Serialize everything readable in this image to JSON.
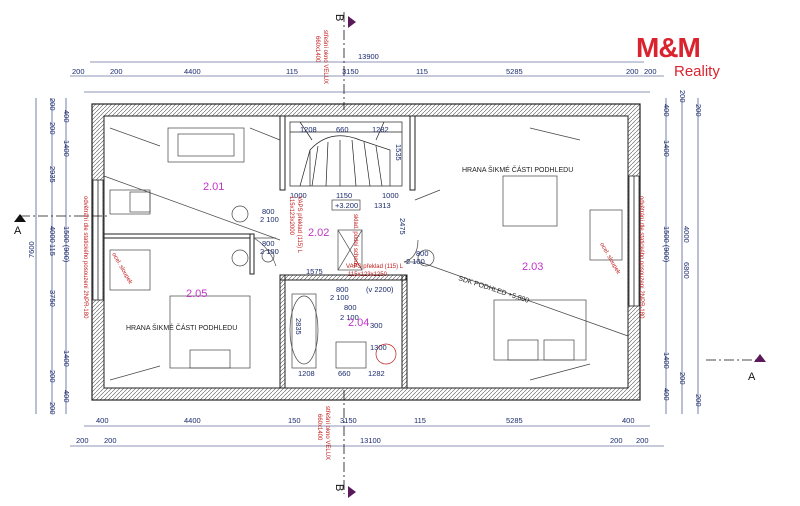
{
  "brand": {
    "logo_main": "M&M",
    "logo_sub": "Reality"
  },
  "sections": {
    "a_left": "A",
    "a_right": "A",
    "b_top": "B",
    "b_bottom": "B"
  },
  "dims": {
    "top_total": "13900",
    "top_row": [
      "200",
      "200",
      "4400",
      "115",
      "3150",
      "115",
      "5285",
      "200",
      "200"
    ],
    "bottom_total": "13100",
    "bottom_row": [
      "400",
      "4400",
      "150",
      "3150",
      "115",
      "5285",
      "400"
    ],
    "bottom_row2": [
      "200",
      "200",
      "200",
      "200"
    ],
    "left_total": "7600",
    "left_row": [
      "200",
      "400",
      "200",
      "1400",
      "2935",
      "115",
      "1500 (900)",
      "4000",
      "3750",
      "1400",
      "200",
      "400",
      "200"
    ],
    "right_total": "6800",
    "right_row": [
      "200",
      "200",
      "400",
      "1400",
      "1500 (900)",
      "4000",
      "1400",
      "400",
      "200",
      "200"
    ],
    "inner": {
      "stair_top_a": "1208",
      "stair_top_b": "660",
      "stair_top_c": "1282",
      "stair_v": "1535",
      "hall_1000a": "1000",
      "hall_1150": "1150",
      "hall_1000b": "1000",
      "hall_600": "600",
      "hall_1313": "1313",
      "hall_2475": "2475",
      "door_800a": "800",
      "door_2100a": "2 100",
      "door_800b": "800",
      "door_2100b": "2 100",
      "door_800c": "800",
      "door_2100c": "2 100",
      "door_800d": "800",
      "door_2100d": "2 100",
      "hall_1575": "1575",
      "bath_2835": "2835",
      "bath_800": "800",
      "bath_2100": "2 100",
      "bath_v2200": "(v 2200)",
      "bath_300": "300",
      "bath_1300": "1300",
      "bot_1208": "1208",
      "bot_660": "660",
      "bot_1282": "1282",
      "level_box": "+3.200"
    }
  },
  "rooms": {
    "r201": "2.01",
    "r202": "2.02",
    "r203": "2.03",
    "r204": "2.04",
    "r205": "2.05"
  },
  "notes": {
    "sloped_left": "HRANA ŠIKMÉ ČÁSTI PODHLEDU",
    "sloped_right": "HRANA ŠIKMÉ ČÁSTI PODHLEDU",
    "sdk": "SDK PODHLED +5,800",
    "window_top": "střešní okno VELUX",
    "window_top_size": "660x1400",
    "window_bot": "střešní okno VELUX",
    "window_bot_size": "660x1400",
    "vaps_left": "VAPS překlad (115) L",
    "vaps_left_size": "115x123x2000",
    "vaps_mid": "VAPS překlad (115) L",
    "vaps_mid_size": "115x123x1250",
    "attic_access": "sklad. půdní schody",
    "vent_left": "odvětrání dle statického posouzení 2NPR-180",
    "vent_right": "odvětrání dle statického posouzení 2NPR-180",
    "chimney_left": "ocel. sloupek",
    "chimney_right": "ocel. sloupek"
  }
}
